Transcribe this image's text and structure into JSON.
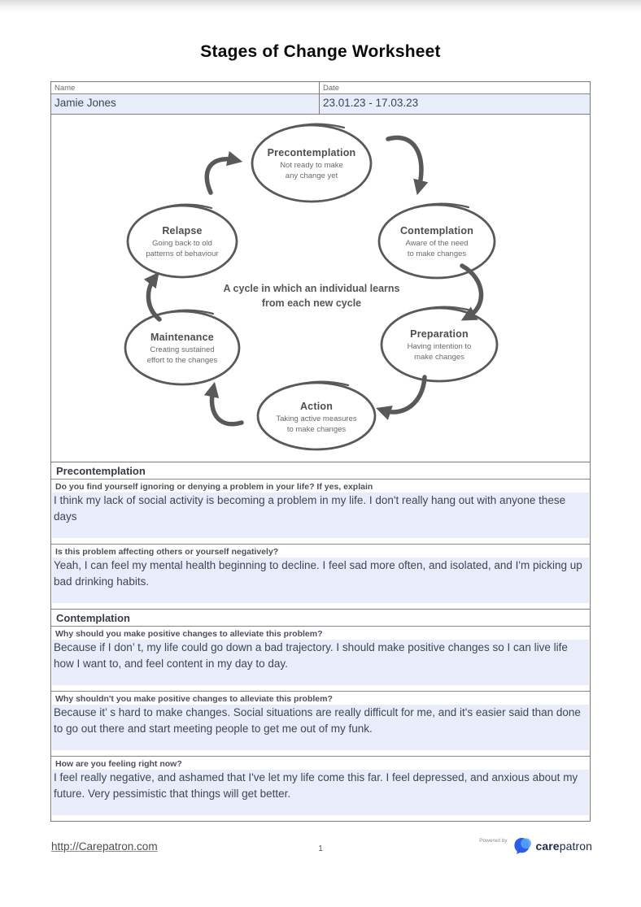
{
  "title": "Stages of Change Worksheet",
  "meta": {
    "name_label": "Name",
    "name_value": "Jamie Jones",
    "date_label": "Date",
    "date_value": "23.01.23 - 17.03.23"
  },
  "diagram": {
    "caption": "A cycle in which an individual learns\nfrom each new cycle",
    "stages": [
      {
        "name": "Precontemplation",
        "desc": "Not ready to make\nany change yet"
      },
      {
        "name": "Contemplation",
        "desc": "Aware of the need\nto make changes"
      },
      {
        "name": "Preparation",
        "desc": "Having intention to\nmake changes"
      },
      {
        "name": "Action",
        "desc": "Taking active measures\nto make changes"
      },
      {
        "name": "Maintenance",
        "desc": "Creating sustained\neffort to the changes"
      },
      {
        "name": "Relapse",
        "desc": "Going back to old\npatterns of behaviour"
      }
    ]
  },
  "sections": [
    {
      "title": "Precontemplation",
      "items": [
        {
          "question": "Do you find yourself ignoring or denying a problem in your life? If yes, explain",
          "answer": "I think my lack of social activity is becoming a problem in my life. I don't really hang out with anyone these days"
        },
        {
          "question": "Is this problem affecting others or yourself negatively?",
          "answer": "Yeah, I can feel my mental health beginning to decline. I feel sad more often, and isolated, and I'm picking up bad drinking habits."
        }
      ]
    },
    {
      "title": "Contemplation",
      "items": [
        {
          "question": "Why should you make positive changes to alleviate this problem?",
          "answer": "Because if I don’ t, my life could go down a bad trajectory. I should make positive changes so I can live life how I want to, and feel content in my day to day."
        },
        {
          "question": "Why shouldn't you make positive changes to alleviate this problem?",
          "answer": "Because it’ s hard to make changes. Social situations are really difficult for me, and it's easier said than done to go out there and start meeting people to get me out of my funk."
        },
        {
          "question": "How are you feeling right now?",
          "answer": "I feel really negative, and ashamed that I've let my life come this far. I feel depressed, and anxious about my future. Very pessimistic that things will get better."
        }
      ]
    }
  ],
  "footer": {
    "url": "http://Carepatron.com",
    "page_number": "1",
    "powered_by": "Powered by",
    "brand_bold": "care",
    "brand_regular": "patron"
  },
  "colors": {
    "answer_field_bg": "#e9edfa",
    "table_border": "#7a7a7a",
    "diagram_ink": "#58595b",
    "logo_dark_blue": "#2b5cea",
    "logo_light_blue": "#57a5f4",
    "brand_navy": "#1b2a47"
  }
}
